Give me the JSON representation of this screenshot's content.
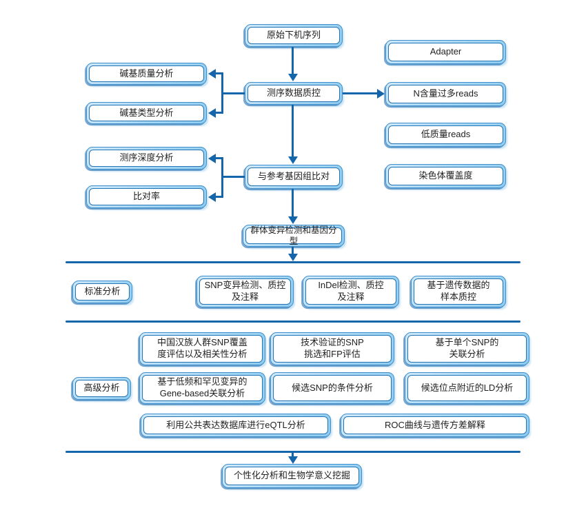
{
  "colors": {
    "accent_line": "#1565ab",
    "box_border_outer": "#3e8ecb",
    "box_border_inner": "#2173b4",
    "box_band": "#a6d7f4",
    "box_fill": "#ffffff",
    "text": "#1f1f1f"
  },
  "nodes": {
    "raw": {
      "label": "原始下机序列"
    },
    "qc": {
      "label": "测序数据质控"
    },
    "adapter": {
      "label": "Adapter"
    },
    "n_reads": {
      "label": "N含量过多reads"
    },
    "low_quality_reads": {
      "label": "低质量reads"
    },
    "chr_coverage": {
      "label": "染色体覆盖度"
    },
    "base_quality": {
      "label": "碱基质量分析"
    },
    "base_type": {
      "label": "碱基类型分析"
    },
    "depth": {
      "label": "测序深度分析"
    },
    "map_rate": {
      "label": "比对率"
    },
    "align": {
      "label": "与参考基因组比对"
    },
    "popvar": {
      "label": "群体变异检测和基因分型"
    },
    "standard_label": {
      "label": "标准分析"
    },
    "snp": {
      "label": "SNP变异检测、质控\n及注释"
    },
    "indel": {
      "label": "InDel检测、质控\n及注释"
    },
    "sample_qc": {
      "label": "基于遗传数据的\n样本质控"
    },
    "advanced_label": {
      "label": "高级分析"
    },
    "han_snp_coverage": {
      "label": "中国汉族人群SNP覆盖\n度评估以及相关性分析"
    },
    "tech_validated_snp": {
      "label": "技术验证的SNP\n挑选和FP评估"
    },
    "single_snp_assoc": {
      "label": "基于单个SNP的\n关联分析"
    },
    "gene_based_assoc": {
      "label": "基于低频和罕见变异的\nGene-based关联分析"
    },
    "conditional_snp": {
      "label": "候选SNP的条件分析"
    },
    "ld_analysis": {
      "label": "候选位点附近的LD分析"
    },
    "eqtl": {
      "label": "利用公共表达数据库进行eQTL分析"
    },
    "roc": {
      "label": "ROC曲线与遗传方差解释"
    },
    "personalized": {
      "label": "个性化分析和生物学意义挖掘"
    }
  }
}
